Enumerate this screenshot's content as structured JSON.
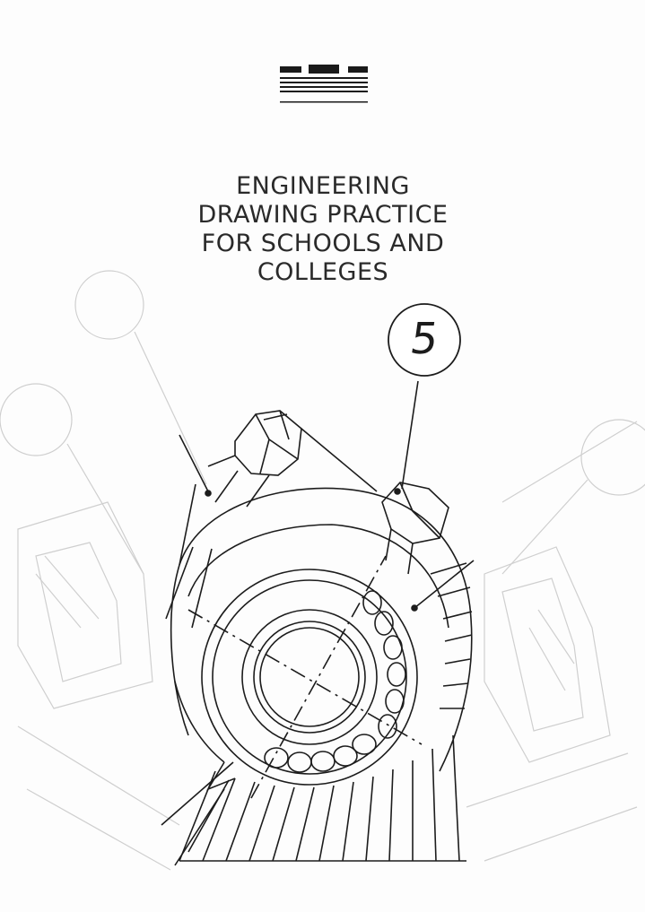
{
  "cover": {
    "title_lines": [
      "ENGINEERING",
      "DRAWING PRACTICE",
      "FOR SCHOOLS AND",
      "COLLEGES"
    ],
    "volume_number": "5"
  },
  "colors": {
    "ink": "#1c1c1c",
    "faint_ink": "#c8c8c8",
    "paper": "#fdfdfd"
  },
  "icons": {
    "publisher_logo": "bsi-logo-icon",
    "artwork": "bearing-housing-drawing-icon"
  }
}
